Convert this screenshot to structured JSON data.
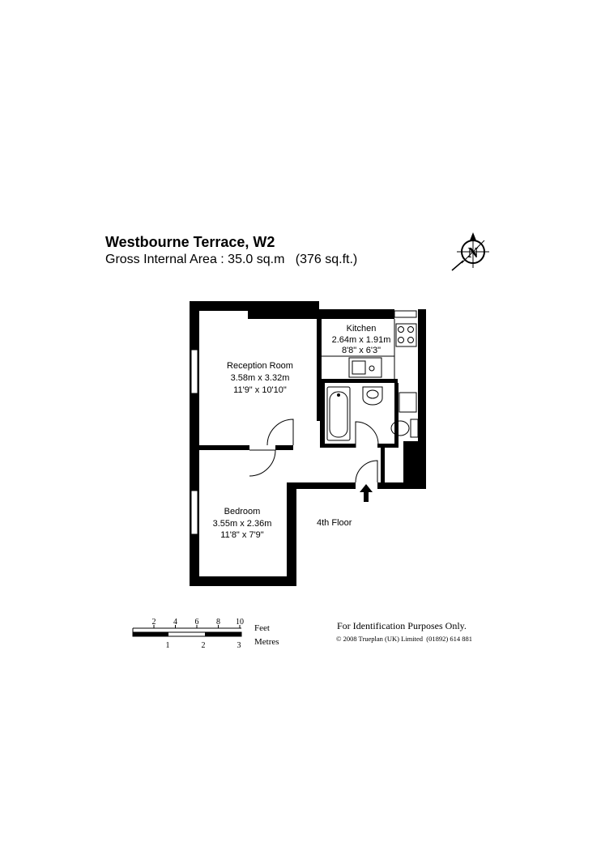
{
  "header": {
    "title": "Westbourne Terrace, W2",
    "gross_area": "Gross Internal Area : 35.0 sq.m   (376 sq.ft.)"
  },
  "compass": {
    "label": "N",
    "icon": "north-compass-icon"
  },
  "rooms": {
    "reception": {
      "name": "Reception Room",
      "metric": "3.58m  x  3.32m",
      "imperial": "11'9\"  x  10'10\""
    },
    "kitchen": {
      "name": "Kitchen",
      "metric": "2.64m  x  1.91m",
      "imperial": "8'8\"  x  6'3\""
    },
    "bedroom": {
      "name": "Bedroom",
      "metric": "3.55m  x  2.36m",
      "imperial": "11'8\"  x  7'9\""
    }
  },
  "floor_label": "4th Floor",
  "scale": {
    "feet_ticks": [
      "2",
      "4",
      "6",
      "8",
      "10"
    ],
    "metre_ticks": [
      "1",
      "2",
      "3"
    ],
    "feet_label": "Feet",
    "metres_label": "Metres"
  },
  "footer": {
    "identification": "For Identification Purposes Only.",
    "copyright": "© 2008 Trueplan (UK) Limited  (01892) 614 881"
  }
}
